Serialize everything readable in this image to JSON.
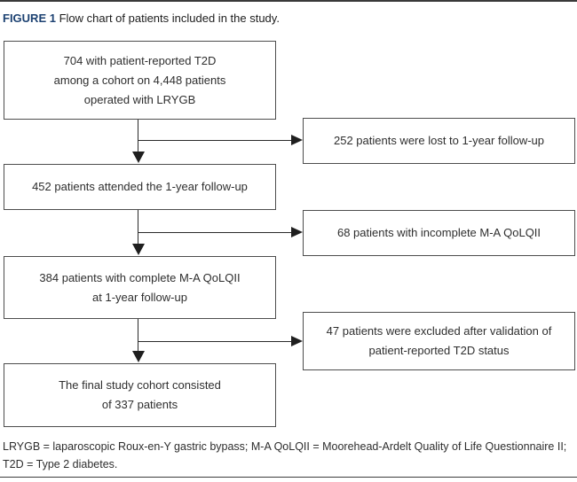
{
  "figure": {
    "label": "FIGURE 1",
    "caption": "Flow chart of patients included in the study."
  },
  "flowchart": {
    "main_boxes": [
      {
        "lines": [
          "704 with patient-reported T2D",
          "among a cohort on 4,448 patients",
          "operated with LRYGB"
        ]
      },
      {
        "lines": [
          "452 patients attended the 1-year follow-up"
        ]
      },
      {
        "lines": [
          "384 patients with complete M-A QoLQII",
          "at 1-year follow-up"
        ]
      },
      {
        "lines": [
          "The final study cohort consisted",
          "of 337 patients"
        ]
      }
    ],
    "side_boxes": [
      {
        "lines": [
          "252 patients were lost to 1-year follow-up"
        ]
      },
      {
        "lines": [
          "68 patients with incomplete M-A QoLQII"
        ]
      },
      {
        "lines": [
          "47 patients were excluded after validation of",
          "patient-reported T2D status"
        ]
      }
    ]
  },
  "footnote": "LRYGB = laparoscopic Roux-en-Y gastric bypass; M-A QoLQII = Moorehead-Ardelt Quality of Life Questionnaire II; T2D = Type 2 diabetes.",
  "colors": {
    "figure_label": "#1d4272",
    "box_border": "#4d4d4d",
    "text": "#2e2e2e",
    "arrow": "#1f1f1f",
    "rule": "#3a3a3a"
  }
}
